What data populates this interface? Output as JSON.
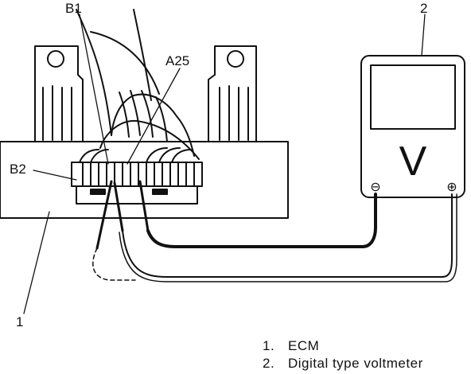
{
  "labels": {
    "b1": "B1",
    "a25": "A25",
    "b2": "B2",
    "callout_1": "1",
    "callout_2": "2"
  },
  "voltmeter": {
    "display": "V",
    "neg_terminal": "⊖",
    "pos_terminal": "⊕"
  },
  "legend": [
    {
      "num": "1.",
      "text": "ECM"
    },
    {
      "num": "2.",
      "text": "Digital type voltmeter"
    }
  ]
}
